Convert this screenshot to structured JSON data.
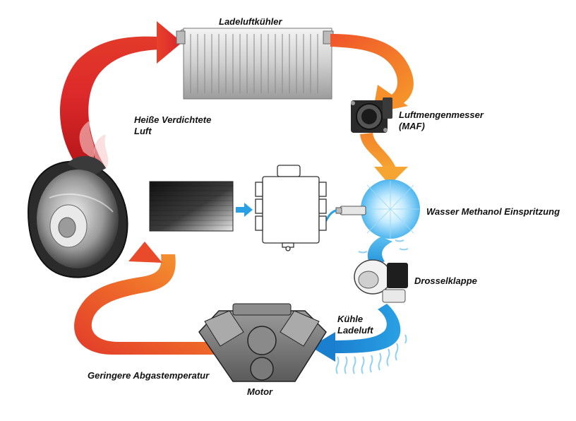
{
  "labels": {
    "intercooler": "Ladeluftkühler",
    "hot_air_line1": "Heiße Verdichtete",
    "hot_air_line2": "Luft",
    "maf_line1": "Luftmengenmesser",
    "maf_line2": "(MAF)",
    "injection": "Wasser Methanol Einspritzung",
    "throttle": "Drosselklappe",
    "cool_air_line1": "Kühle",
    "cool_air_line2": "Ladeluft",
    "exhaust": "Geringere Abgastemperatur",
    "engine": "Motor"
  },
  "colors": {
    "hot_red": "#d8232a",
    "warm_orange": "#f07a22",
    "cool_blue": "#2b9fe0",
    "metal_dark": "#3a3a3a"
  }
}
